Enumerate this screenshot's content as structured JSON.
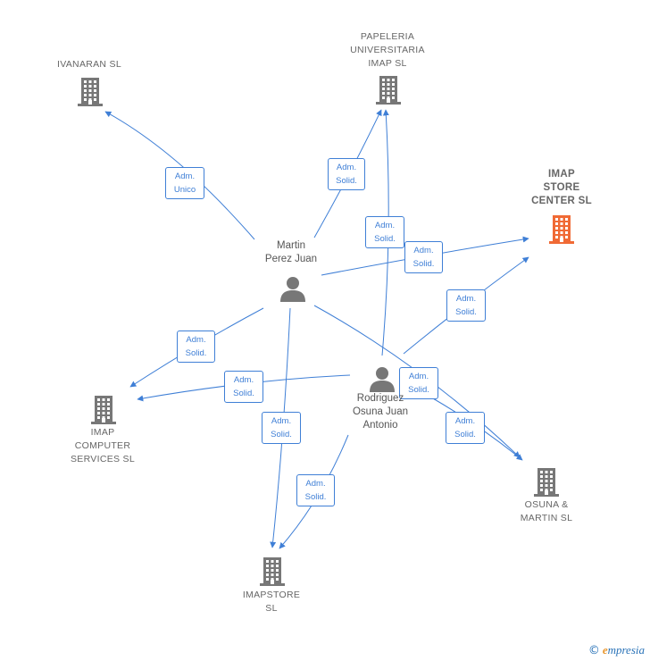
{
  "nodes": {
    "ivanaran": {
      "label": "IVANARAN SL",
      "type": "company",
      "color": "#777777"
    },
    "papeleria": {
      "label": "PAPELERIA\nUNIVERSITARIA\nIMAP  SL",
      "type": "company",
      "color": "#777777"
    },
    "imap_store_center": {
      "label": "IMAP\nSTORE\nCENTER  SL",
      "type": "company",
      "color": "#f06a35"
    },
    "martin": {
      "label": "Martin\nPerez Juan",
      "type": "person",
      "color": "#777777"
    },
    "imap_computer": {
      "label": "IMAP\nCOMPUTER\nSERVICES  SL",
      "type": "company",
      "color": "#777777"
    },
    "rodriguez": {
      "label": "Rodriguez\nOsuna Juan\nAntonio",
      "type": "person",
      "color": "#777777"
    },
    "osuna_martin": {
      "label": "OSUNA &\nMARTIN  SL",
      "type": "company",
      "color": "#777777"
    },
    "imapstore": {
      "label": "IMAPSTORE\nSL",
      "type": "company",
      "color": "#777777"
    }
  },
  "edges": [
    {
      "from": "martin",
      "to": "ivanaran",
      "label": "Adm.\nUnico"
    },
    {
      "from": "martin",
      "to": "papeleria",
      "label": "Adm.\nSolid."
    },
    {
      "from": "rodriguez",
      "to": "papeleria",
      "label": "Adm.\nSolid."
    },
    {
      "from": "martin",
      "to": "imap_store_center",
      "label": "Adm.\nSolid."
    },
    {
      "from": "rodriguez",
      "to": "imap_store_center",
      "label": "Adm.\nSolid."
    },
    {
      "from": "martin",
      "to": "imap_computer",
      "label": "Adm.\nSolid."
    },
    {
      "from": "rodriguez",
      "to": "imap_computer",
      "label": "Adm.\nSolid."
    },
    {
      "from": "martin",
      "to": "imapstore",
      "label": "Adm.\nSolid."
    },
    {
      "from": "rodriguez",
      "to": "imapstore",
      "label": "Adm.\nSolid."
    },
    {
      "from": "martin",
      "to": "osuna_martin",
      "label": "Adm.\nSolid."
    },
    {
      "from": "rodriguez",
      "to": "osuna_martin",
      "label": "Adm.\nSolid."
    }
  ],
  "colors": {
    "edge": "#3f7fd6",
    "icon": "#777777",
    "highlight": "#f06a35"
  },
  "footer": {
    "copyright": "©",
    "brand_e": "e",
    "brand_rest": "mpresia"
  }
}
